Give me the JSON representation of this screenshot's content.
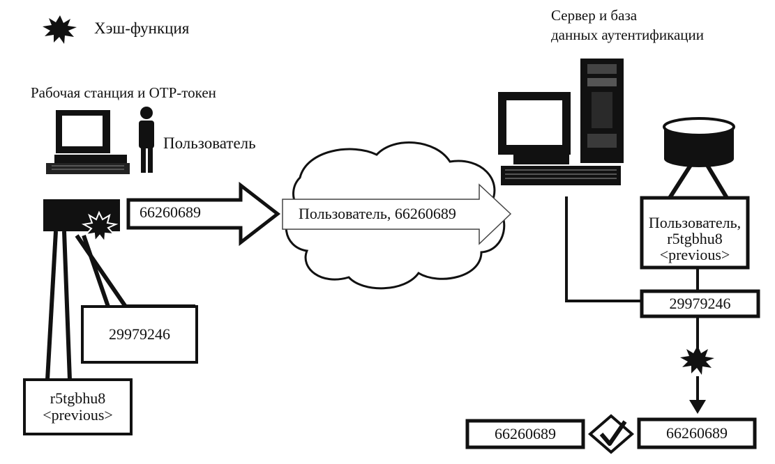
{
  "legend": {
    "label": "Хэш-функция",
    "icon": "hash-burst-icon"
  },
  "workstation": {
    "title": "Рабочая станция и OTP-токен",
    "user_label": "Пользователь",
    "token_value": "66260689",
    "counter_value": "29979246",
    "secret_line1": "r5tgbhu8",
    "secret_line2": "<previous>"
  },
  "network": {
    "message": "Пользователь, 66260689"
  },
  "server": {
    "title_line1": "Сервер и база",
    "title_line2": "данных аутентификации",
    "db_line1": "Пользователь,",
    "db_line2": "r5tgbhu8",
    "db_line3": "<previous>",
    "counter_value": "29979246",
    "received_value": "66260689",
    "computed_value": "66260689"
  },
  "colors": {
    "ink": "#111111",
    "paper": "#ffffff",
    "screen": "#d8d8d8"
  }
}
